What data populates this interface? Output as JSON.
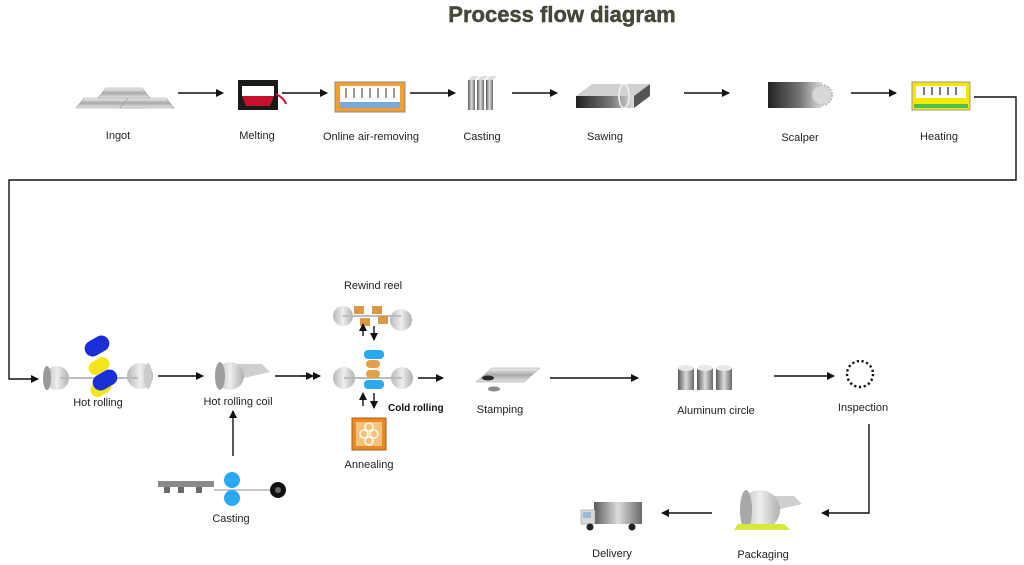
{
  "title": "Process flow diagram",
  "steps": {
    "ingot": "Ingot",
    "melting": "Melting",
    "online_air_removing": "Online  air-removing",
    "casting_top": "Casting",
    "sawing": "Sawing",
    "scalper": "Scalper",
    "heating": "Heating",
    "hot_rolling": "Hot rolling",
    "hot_rolling_coil": "Hot rolling coil",
    "rewind_reel": "Rewind reel",
    "cold_rolling": "Cold rolling",
    "annealing": "Annealing",
    "stamping": "Stamping",
    "aluminum_circle": "Aluminum circle",
    "inspection": "Inspection",
    "casting_bottom": "Casting",
    "packaging": "Packaging",
    "delivery": "Delivery"
  },
  "colors": {
    "arrow": "#111111",
    "hot_roll_blue": "#1a2fd6",
    "hot_roll_yellow": "#f2e61a",
    "cast_roll_cyan": "#2aa8f0",
    "melting_red": "#c8102e",
    "heating_yellow": "#f5e800",
    "annealing_orange": "#e88a2a",
    "air_removing_orange": "#f0a030",
    "air_removing_blue": "#7aa8d8",
    "packaging_strap": "#d8e83a"
  }
}
